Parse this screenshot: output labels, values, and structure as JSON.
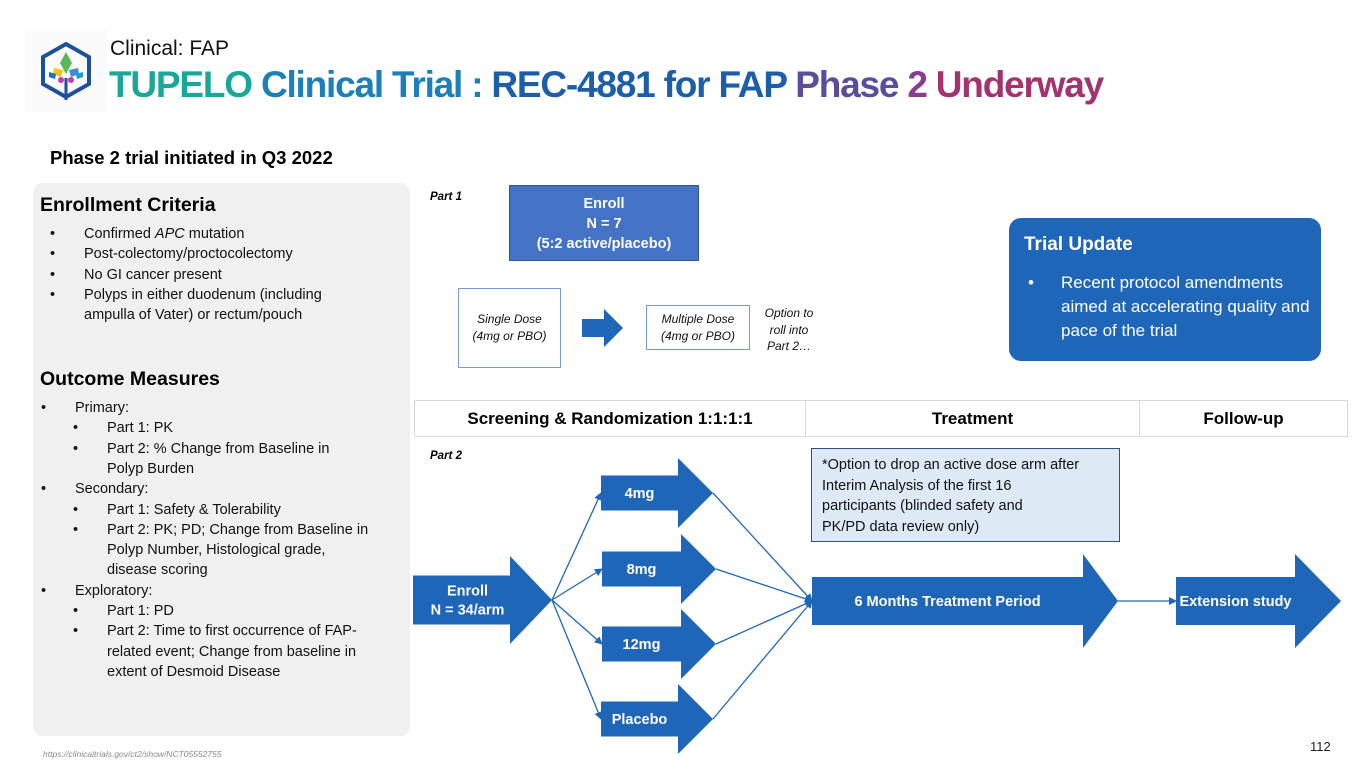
{
  "header": {
    "subtitle": "Clinical: FAP",
    "title_parts": [
      "TUPELO ",
      "Clinical Trial : ",
      "REC-4881 for FAP ",
      "Phase ",
      "2 ",
      "Underway"
    ],
    "title_colors": [
      "#17a89a",
      "#1a7fba",
      "#1d5ea8",
      "#5b4d9c",
      "#8a3c8f",
      "#a2336f"
    ],
    "logo": "tupelo-hexagon-logo"
  },
  "section_heading": "Phase 2 trial initiated in Q3 2022",
  "enrollment_criteria": {
    "heading": "Enrollment Criteria",
    "items": [
      {
        "pre": "Confirmed ",
        "italic": "APC",
        "post": " mutation"
      },
      {
        "pre": "Post-colectomy/proctocolectomy",
        "italic": "",
        "post": ""
      },
      {
        "pre": "No GI cancer present",
        "italic": "",
        "post": ""
      },
      {
        "pre": "Polyps in either duodenum (including",
        "italic": "",
        "post": ""
      }
    ],
    "item4_line2": "ampulla of Vater) or rectum/pouch"
  },
  "outcome_measures": {
    "heading": "Outcome Measures",
    "lines": [
      {
        "level": 1,
        "bullet": true,
        "text": "Primary:"
      },
      {
        "level": 2,
        "bullet": true,
        "text": "Part 1: PK"
      },
      {
        "level": 2,
        "bullet": true,
        "text": "Part 2: % Change from Baseline in"
      },
      {
        "level": 2,
        "bullet": false,
        "text": "Polyp Burden"
      },
      {
        "level": 1,
        "bullet": true,
        "text": "Secondary:"
      },
      {
        "level": 2,
        "bullet": true,
        "text": "Part 1: Safety & Tolerability"
      },
      {
        "level": 2,
        "bullet": true,
        "text": "Part 2: PK; PD; Change from Baseline in"
      },
      {
        "level": 2,
        "bullet": false,
        "text": "Polyp Number, Histological grade,"
      },
      {
        "level": 2,
        "bullet": false,
        "text": "disease scoring"
      },
      {
        "level": 1,
        "bullet": true,
        "text": "Exploratory:"
      },
      {
        "level": 2,
        "bullet": true,
        "text": "Part 1: PD"
      },
      {
        "level": 2,
        "bullet": true,
        "text": "Part 2: Time to first occurrence of FAP-"
      },
      {
        "level": 2,
        "bullet": false,
        "text": "related event; Change from baseline in"
      },
      {
        "level": 2,
        "bullet": false,
        "text": "extent of Desmoid Disease"
      }
    ]
  },
  "part1": {
    "label": "Part 1",
    "enroll": [
      "Enroll",
      "N = 7",
      "(5:2 active/placebo)"
    ],
    "single_dose": [
      "Single Dose",
      "(4mg or PBO)"
    ],
    "multiple_dose": [
      "Multiple Dose",
      "(4mg or PBO)"
    ],
    "option": [
      "Option to",
      "roll into",
      "Part 2…"
    ]
  },
  "trial_update": {
    "heading": "Trial Update",
    "bullet": "Recent protocol amendments aimed at accelerating quality and pace of the trial"
  },
  "phases": [
    "Screening & Randomization 1:1:1:1",
    "Treatment",
    "Follow-up"
  ],
  "part2": {
    "label": "Part 2",
    "enroll": [
      "Enroll",
      "N = 34/arm"
    ],
    "arms": [
      "4mg",
      "8mg",
      "12mg",
      "Placebo"
    ],
    "treatment": "6 Months Treatment Period",
    "extension": "Extension study",
    "note": [
      "*Option to drop an active dose arm after",
      "Interim Analysis of the first 16",
      "participants (blinded safety and",
      "PK/PD data review only)"
    ]
  },
  "colors": {
    "arrow_blue": "#1f66b8",
    "enroll_box_blue": "#4472c4",
    "panel_gray": "#f0f0f0",
    "note_fill": "#dee9f6"
  },
  "footnote": "https://clinicaltrials.gov/ct2/show/NCT05552755",
  "page_number": "112"
}
